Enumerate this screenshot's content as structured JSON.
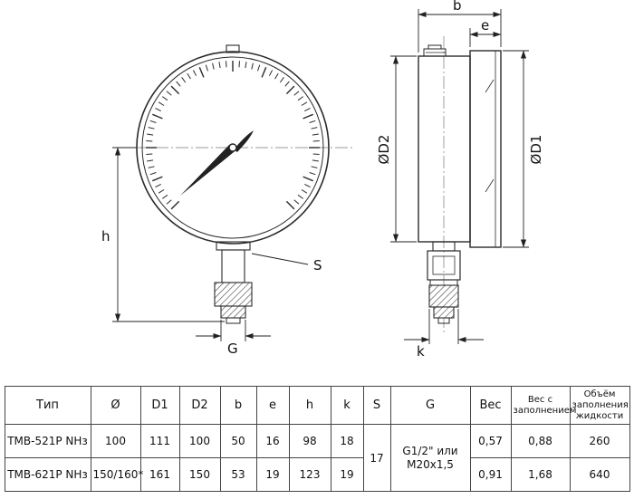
{
  "drawing": {
    "front_view": {
      "h": "h",
      "g": "G",
      "s": "S"
    },
    "side_view": {
      "b": "b",
      "e": "e",
      "d1": "ØD1",
      "d2": "ØD2",
      "k": "k"
    }
  },
  "table": {
    "headers": [
      "Тип",
      "Ø",
      "D1",
      "D2",
      "b",
      "e",
      "h",
      "k",
      "S",
      "G",
      "Вес",
      "Вес с заполнением",
      "Объём заполнения жидкости"
    ],
    "rows": [
      [
        "ТМВ-521Р NНз",
        "100",
        "111",
        "100",
        "50",
        "16",
        "98",
        "18",
        "0,57",
        "0,88",
        "260"
      ],
      [
        "ТМВ-621Р NНз",
        "150/160*",
        "161",
        "150",
        "53",
        "19",
        "123",
        "19",
        "0,91",
        "1,68",
        "640"
      ]
    ],
    "merged": {
      "s": "17",
      "g": "G1/2\" или M20x1,5"
    }
  }
}
